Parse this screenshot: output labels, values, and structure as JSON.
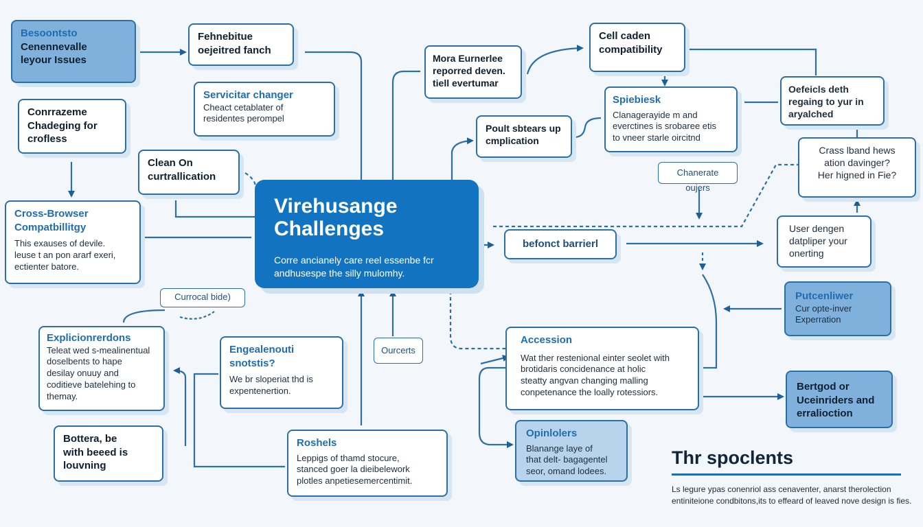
{
  "colors": {
    "accent": "#1274c0",
    "line": "#2a6fa6",
    "box_fill": "#7fb1dc",
    "background": "#f3f7fb"
  },
  "center": {
    "title_l1": "Virehusange",
    "title_l2": "Challenges",
    "sub_l1": "Corre ancianely care reel essenbe fcr",
    "sub_l2": "andhusespe the silly mulomhy."
  },
  "nodes": {
    "n1": {
      "title": "Besoontsto",
      "lines": [
        "Cenennevalle",
        "leyour Issues"
      ]
    },
    "n2": {
      "title": "Fehnebitue",
      "lines": [
        "oejeitred fanch"
      ]
    },
    "n3": {
      "title": "Servicitar changer",
      "lines": [
        "Cheact cetablater of",
        "residentes perompel"
      ]
    },
    "n4": {
      "lines": [
        "Conrrazeme",
        "Chadeging for",
        "crofless"
      ]
    },
    "n5": {
      "lines": [
        "Clean On",
        "curtrallication"
      ]
    },
    "n6": {
      "title": "Cross-Browser",
      "title2": "Compatbillitgy",
      "lines": [
        "This exauses of devile.",
        "leuse t an pon ararf exeri,",
        "ectienter batore."
      ]
    },
    "n7": {
      "label": "Currocal bide)"
    },
    "n8": {
      "title": "Explicionrerdons",
      "lines": [
        "Teleat wed s-mealinentual",
        "doselbents to hape",
        "desilay onuuy and",
        "coditieve batelehing to",
        "themay."
      ]
    },
    "n9": {
      "lines": [
        "Bottera, be",
        "with beeed is",
        "louvning"
      ]
    },
    "n10": {
      "title": "Engealenouti",
      "title2": "snotstis?",
      "lines": [
        "We br sloperiat thd is",
        "expentenertion."
      ]
    },
    "n11": {
      "label": "Ourcerts"
    },
    "n12": {
      "title": "Roshels",
      "lines": [
        "Leppigs of thamd stocure,",
        "stanced goer la dieibelework",
        "plotles anpetiesemercentimit."
      ]
    },
    "n13": {
      "lines": [
        "Mora Eurnerlee",
        "reporred deven.",
        "tiell evertumar"
      ]
    },
    "n14": {
      "lines": [
        "Poult sbtears up",
        "cmplication"
      ]
    },
    "n15": {
      "lines": [
        "Cell caden",
        "compatibility"
      ]
    },
    "n16": {
      "title": "Spiebiesk",
      "lines": [
        "Clanagerayide m and",
        "everctines is srobaree etis",
        "to vneer starle oircitnd"
      ]
    },
    "n17": {
      "lines": [
        "Oefeicls deth",
        "regaing to yur in",
        "aryalched"
      ]
    },
    "n18": {
      "label": "Chanerate oujers"
    },
    "n19": {
      "lines": [
        "Crass lband hews",
        "ation davinger?",
        "Her higned in Fie?"
      ]
    },
    "n20": {
      "label": "befonct barrierl"
    },
    "n21": {
      "lines": [
        "User dengen",
        "datpliper your",
        "onerting"
      ]
    },
    "n22": {
      "title": "Putcenliwer",
      "lines": [
        "Cur opte-inver",
        "Experration"
      ]
    },
    "n23": {
      "title": "Accession",
      "lines": [
        "Wat ther restenional einter seolet with",
        "brotidaris concidenance at holic",
        "steatty angvan changing malling",
        "conpetenance the loally rotessiors."
      ]
    },
    "n24": {
      "lines": [
        "Bertgod or",
        "Uceinriders and",
        "erralioction"
      ]
    },
    "n25": {
      "title": "Opinlolers",
      "lines": [
        "Blanange laye of",
        "that delt- bagagentel",
        "seor, omand lodees."
      ]
    }
  },
  "footer": {
    "title": "Thr spoclents",
    "line1": "Ls legure ypas conenriol ass cenaventer, anarst therolection",
    "line2": "entiniteione condbitons,its to effeard of leaved nove design is fies."
  }
}
